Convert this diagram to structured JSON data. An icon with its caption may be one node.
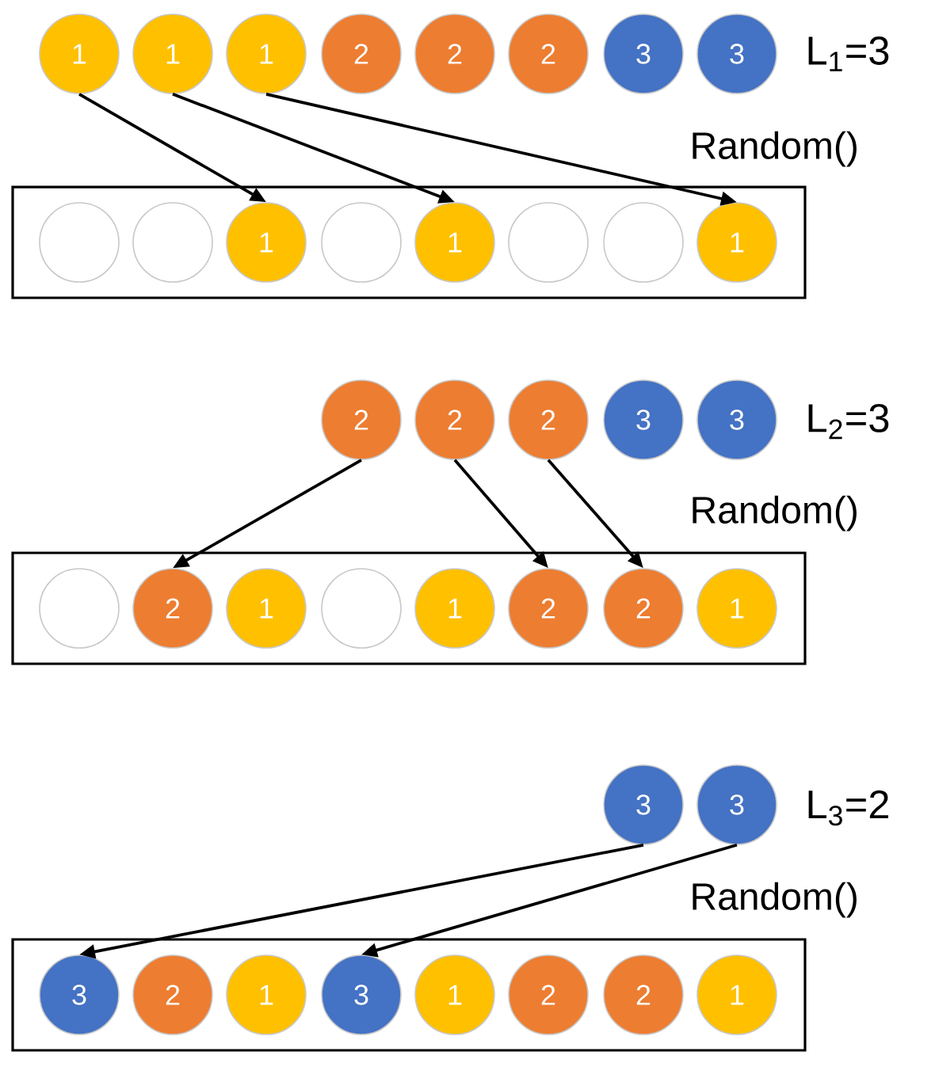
{
  "diagram": {
    "nodes": [
      {
        "text": [
          "1"
        ]
      },
      {
        "text": [
          "1"
        ]
      },
      {
        "text": [
          "1"
        ]
      },
      {
        "text": [
          "2"
        ]
      },
      {
        "text": [
          "2"
        ]
      },
      {
        "text": [
          "2"
        ]
      },
      {
        "text": [
          "3"
        ]
      },
      {
        "text": [
          "3"
        ]
      },
      {
        "text": [],
        "shape": "box"
      },
      {
        "text": [],
        "shape": "circle",
        "in": 8
      },
      {
        "text": [],
        "shape": "circle",
        "in": 8
      },
      {
        "text": [
          "1"
        ],
        "in": 8
      },
      {
        "text": [],
        "shape": "circle",
        "in": 8
      },
      {
        "text": [
          "1"
        ],
        "in": 8
      },
      {
        "text": [],
        "shape": "circle",
        "in": 8
      },
      {
        "text": [],
        "shape": "circle",
        "in": 8
      },
      {
        "text": [
          "1"
        ],
        "in": 8
      },
      {
        "text": [
          "2"
        ]
      },
      {
        "text": [
          "2"
        ]
      },
      {
        "text": [
          "2"
        ]
      },
      {
        "text": [
          "3"
        ]
      },
      {
        "text": [
          "3"
        ]
      },
      {
        "text": [],
        "shape": "box"
      },
      {
        "text": [],
        "shape": "circle",
        "in": 22
      },
      {
        "text": [
          "2"
        ],
        "in": 22
      },
      {
        "text": [
          "1"
        ],
        "in": 22
      },
      {
        "text": [],
        "shape": "circle",
        "in": 22
      },
      {
        "text": [
          "1"
        ],
        "in": 22
      },
      {
        "text": [
          "2"
        ],
        "in": 22
      },
      {
        "text": [
          "2"
        ],
        "in": 22
      },
      {
        "text": [
          "1"
        ],
        "in": 22
      },
      {
        "text": [
          "3"
        ]
      },
      {
        "text": [
          "3"
        ]
      },
      {
        "text": [],
        "shape": "box"
      },
      {
        "text": [
          "3"
        ],
        "in": 33
      },
      {
        "text": [
          "2"
        ],
        "in": 33
      },
      {
        "text": [
          "1"
        ],
        "in": 33
      },
      {
        "text": [
          "3"
        ],
        "in": 33
      },
      {
        "text": [
          "1"
        ],
        "in": 33
      },
      {
        "text": [
          "2"
        ],
        "in": 33
      },
      {
        "text": [
          "2"
        ],
        "in": 33
      },
      {
        "text": [
          "1"
        ],
        "in": 33
      }
    ],
    "edges": [
      {
        "from": 0,
        "to": 11,
        "arrow": "to"
      },
      {
        "from": 1,
        "to": 13,
        "arrow": "to"
      },
      {
        "from": 2,
        "to": 16,
        "arrow": "to"
      },
      {
        "from": 17,
        "to": 24,
        "arrow": "to"
      },
      {
        "from": 18,
        "to": 28,
        "arrow": "to"
      },
      {
        "from": 19,
        "to": 29,
        "arrow": "to"
      },
      {
        "from": 31,
        "to": 34,
        "arrow": "to"
      },
      {
        "from": 32,
        "to": 37,
        "arrow": "to"
      }
    ],
    "labels": [
      "L$_{1}$=3",
      "Random()",
      "L$_{2}$=3",
      "Random()",
      "L$_{3}$=2",
      "Random()"
    ]
  }
}
